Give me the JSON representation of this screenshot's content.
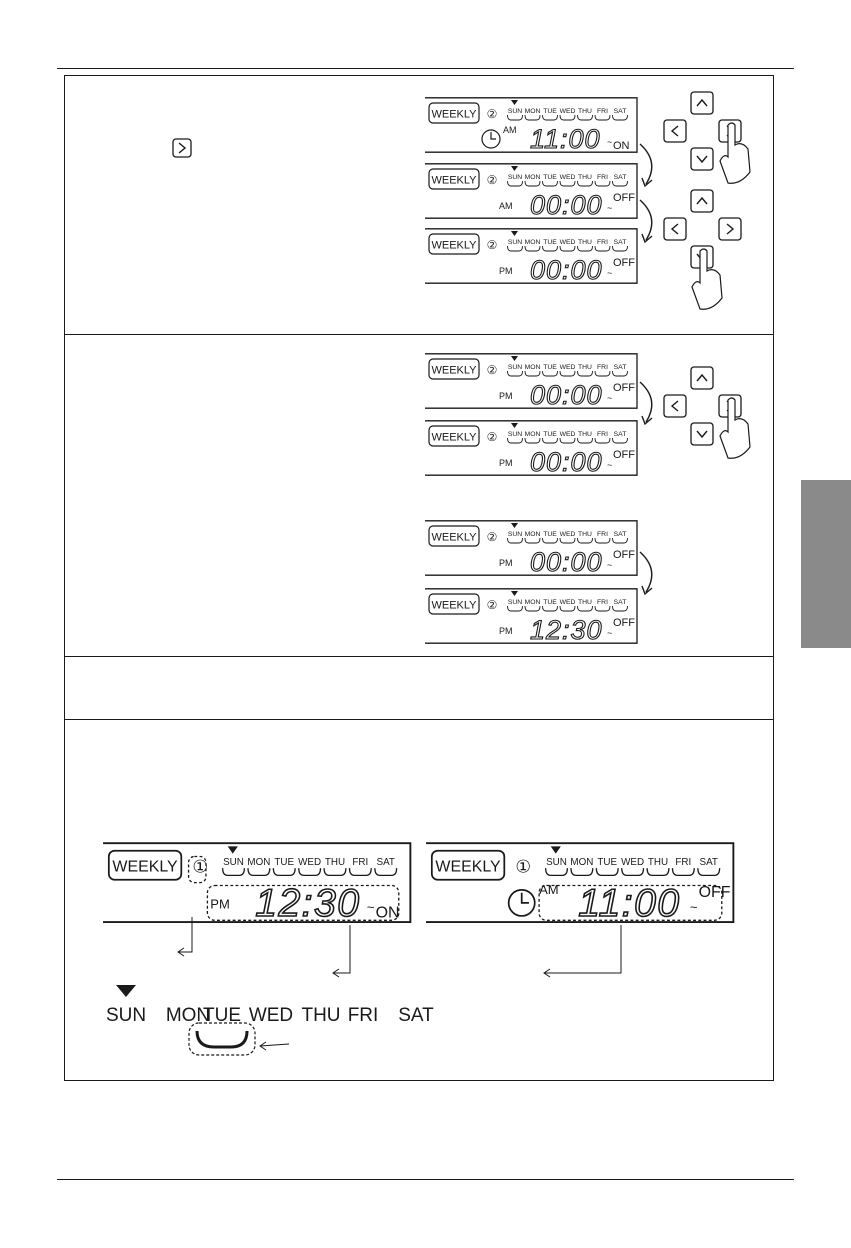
{
  "lcd": {
    "weekly_label": "WEEKLY",
    "days": [
      "SUN",
      "MON",
      "TUE",
      "WED",
      "THU",
      "FRI",
      "SAT"
    ]
  },
  "step1_screens": [
    {
      "program": "②",
      "ampm": "AM",
      "time": "11:00",
      "state": "ON",
      "clock": true
    },
    {
      "program": "②",
      "ampm": "AM",
      "time": "00:00",
      "state": "OFF",
      "clock": false
    },
    {
      "program": "②",
      "ampm": "PM",
      "time": "00:00",
      "state": "OFF",
      "clock": false
    }
  ],
  "step2_screens": [
    {
      "program": "②",
      "ampm": "PM",
      "time": "00:00",
      "state": "OFF"
    },
    {
      "program": "②",
      "ampm": "PM",
      "time": "00:00",
      "state": "OFF"
    },
    {
      "program": "②",
      "ampm": "PM",
      "time": "00:00",
      "state": "OFF"
    },
    {
      "program": "②",
      "ampm": "PM",
      "time": "12:30",
      "state": "OFF"
    }
  ],
  "example_screens": [
    {
      "program": "①",
      "ampm": "PM",
      "time": "12:30",
      "state": "ON",
      "clock": false
    },
    {
      "program": "①",
      "ampm": "AM",
      "time": "11:00",
      "state": "OFF",
      "clock": true
    }
  ],
  "day_legend": {
    "days": [
      "SUN",
      "MON",
      "TUE",
      "WED",
      "THU",
      "FRI",
      "SAT"
    ],
    "selected_day": "TUE"
  },
  "icons": {
    "step1_inline": "right-arrow-button-icon",
    "pad": "direction-pad-icon",
    "hand": "pointing-hand-icon",
    "clock": "clock-icon"
  }
}
